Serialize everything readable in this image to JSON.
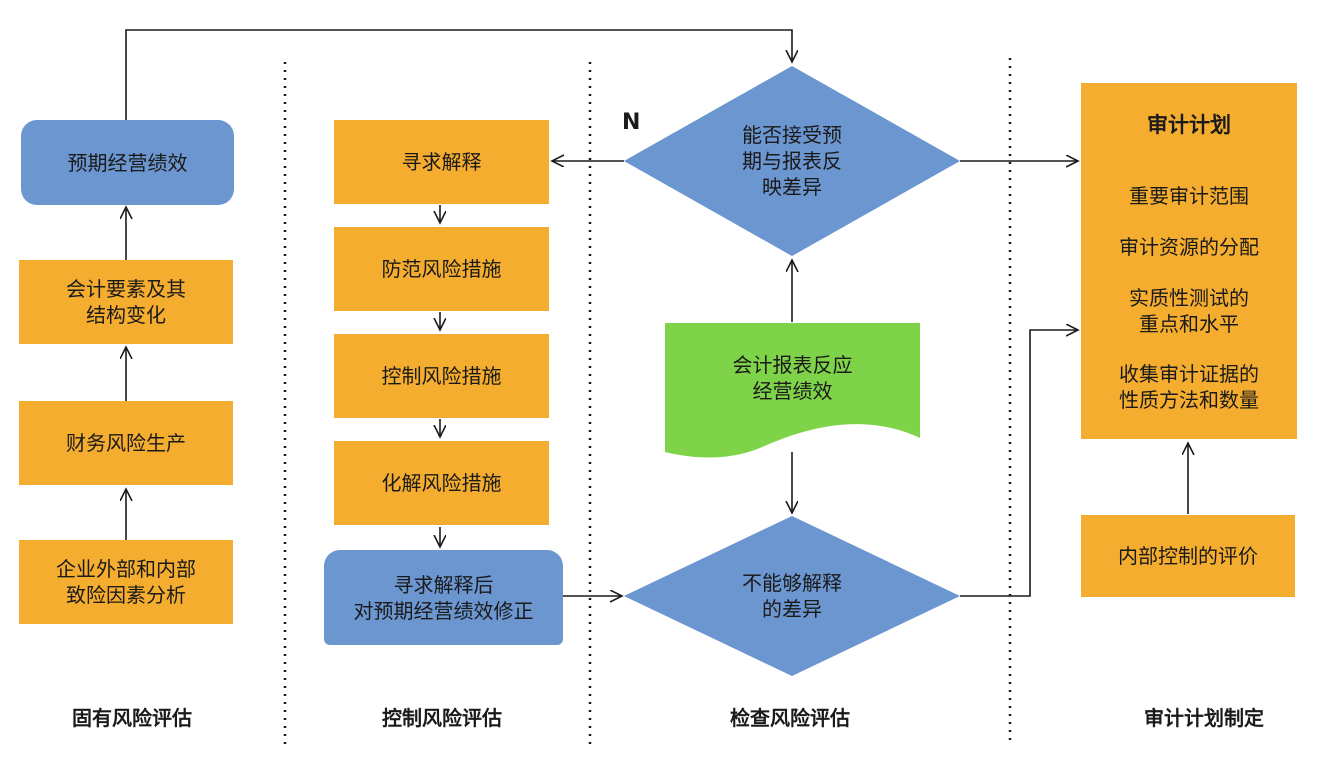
{
  "columns": {
    "inherent": "固有风险评估",
    "control": "控制风险评估",
    "detection": "检查风险评估",
    "plan": "审计计划制定"
  },
  "inherent_nodes": {
    "expected": "预期经营绩效",
    "elements": "会计要素及其\n结构变化",
    "finance": "财务风险生产",
    "factors": "企业外部和内部\n致险因素分析"
  },
  "control_nodes": {
    "seek": "寻求解释",
    "prevent": "防范风险措施",
    "control": "控制风险措施",
    "resolve": "化解风险措施",
    "correct": "寻求解释后\n对预期经营绩效修正"
  },
  "detection_nodes": {
    "accept": "能否接受预\n期与报表反\n映差异",
    "no_label": "N",
    "report": "会计报表反应\n经营绩效",
    "unexplained": "不能够解释\n的差异"
  },
  "plan_box": {
    "title": "审计计划",
    "items": [
      "重要审计范围",
      "审计资源的分配",
      "实质性测试的\n重点和水平",
      "收集审计证据的\n性质方法和数量"
    ]
  },
  "internal_eval": "内部控制的评价",
  "colors": {
    "orange": "#f5ad2f",
    "blue": "#6b96d0",
    "green": "#7ed348",
    "line": "#1a1a1a"
  }
}
